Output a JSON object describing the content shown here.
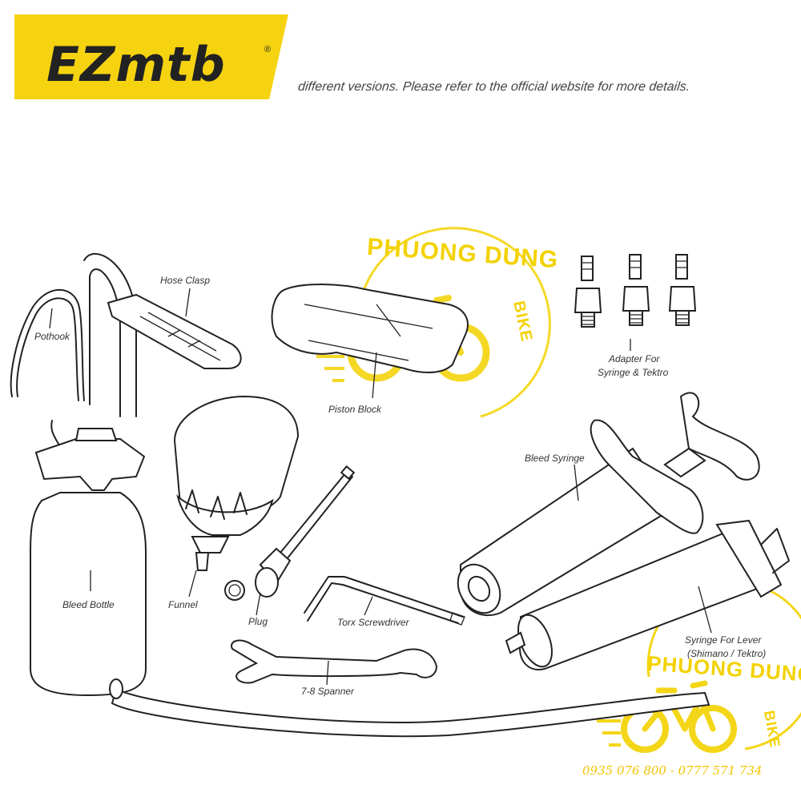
{
  "header": {
    "logo_text": "EZmtb",
    "logo_registered": "®",
    "notice": "different versions. Please refer to the official website for more details."
  },
  "labels": {
    "hose_clasp": "Hose Clasp",
    "pothook": "Pothook",
    "bleed_bottle": "Bleed Bottle",
    "funnel": "Funnel",
    "piston_block": "Piston Block",
    "adapter": "Adapter For",
    "adapter_2": "Syringe & Tektro",
    "bleed_syringe": "Bleed Syringe",
    "plug": "Plug",
    "torx": "Torx Screwdriver",
    "spanner": "7-8 Spanner",
    "syringe_lever": "Syringe For Lever",
    "syringe_lever_2": "(Shimano / Tektro)"
  },
  "watermark": {
    "brand": "PHUONG DUNG",
    "brand_suffix": "BIKE",
    "phone": "0935 076 800 - 0777 571 734",
    "color": "#f3d200"
  },
  "colors": {
    "logo_bg": "#f5d310",
    "line": "#222222"
  }
}
